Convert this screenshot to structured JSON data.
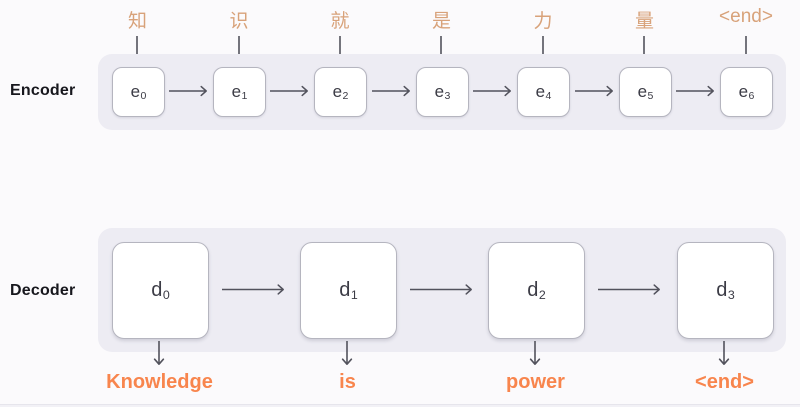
{
  "diagram": {
    "encoder_label": "Encoder",
    "decoder_label": "Decoder",
    "encoder_inputs": [
      "知",
      "识",
      "就",
      "是",
      "力",
      "量",
      "<end>"
    ],
    "encoder_units": [
      {
        "base": "e",
        "sub": "0"
      },
      {
        "base": "e",
        "sub": "1"
      },
      {
        "base": "e",
        "sub": "2"
      },
      {
        "base": "e",
        "sub": "3"
      },
      {
        "base": "e",
        "sub": "4"
      },
      {
        "base": "e",
        "sub": "5"
      },
      {
        "base": "e",
        "sub": "6"
      }
    ],
    "decoder_units": [
      {
        "base": "d",
        "sub": "0"
      },
      {
        "base": "d",
        "sub": "1"
      },
      {
        "base": "d",
        "sub": "2"
      },
      {
        "base": "d",
        "sub": "3"
      }
    ],
    "decoder_outputs": [
      "Knowledge",
      "is",
      "power",
      "<end>"
    ]
  },
  "colors": {
    "page_background": "#fbfafc",
    "strip_background": "#edecf3",
    "input_token": "#d8a27a",
    "output_token": "#f8854d",
    "box_border": "#b5b5bf",
    "box_text": "#3c3c46",
    "arrow": "#52525c",
    "label_text": "#17171d"
  }
}
